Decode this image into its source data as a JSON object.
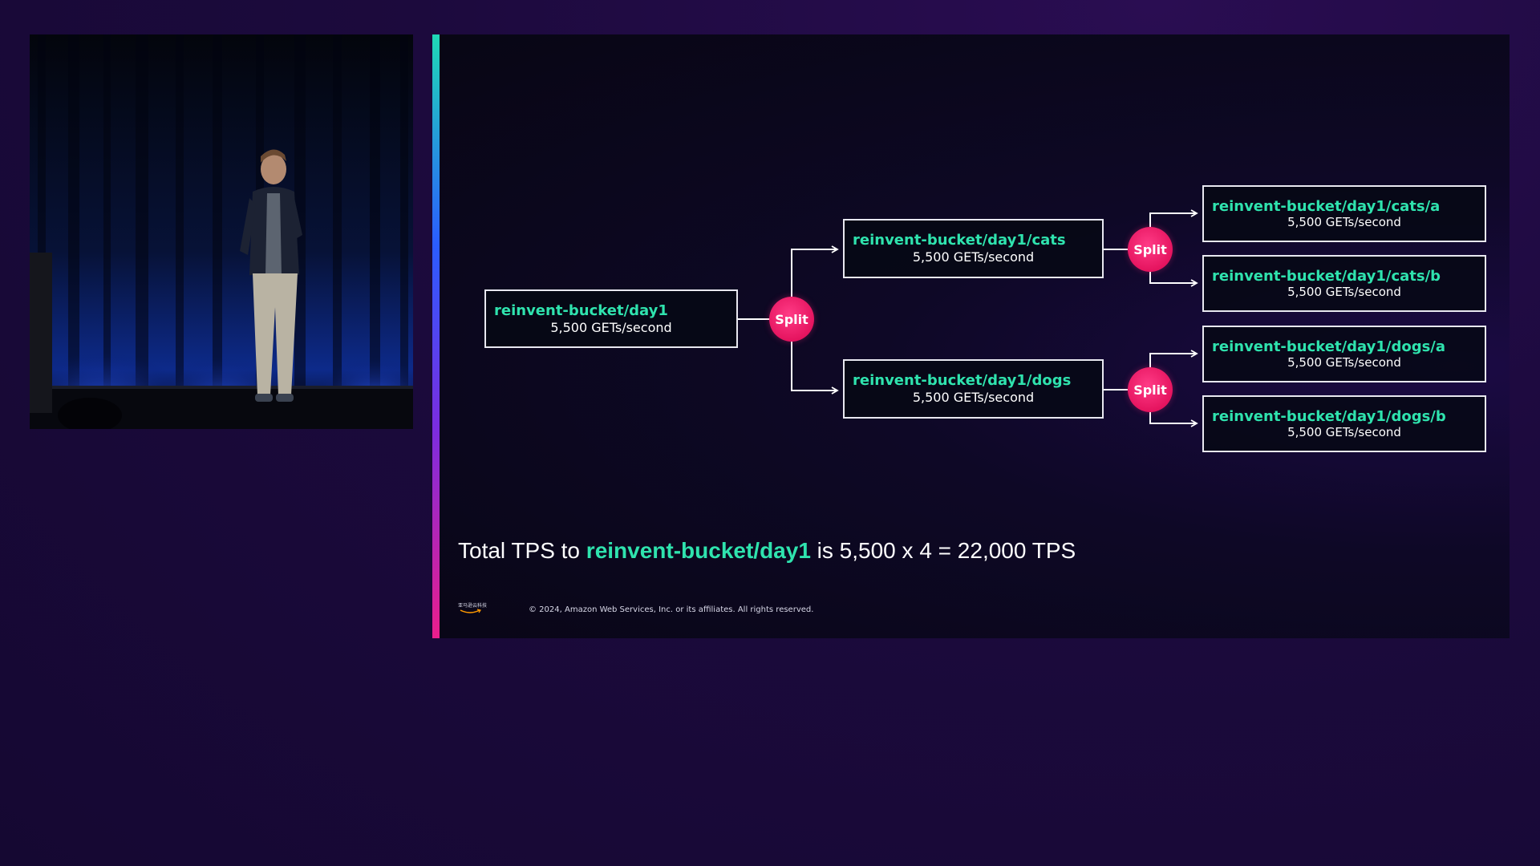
{
  "slide": {
    "nodes": {
      "root": {
        "path": "reinvent-bucket/day1",
        "rate": "5,500 GETs/second"
      },
      "cats": {
        "path": "reinvent-bucket/day1/cats",
        "rate": "5,500 GETs/second"
      },
      "dogs": {
        "path": "reinvent-bucket/day1/dogs",
        "rate": "5,500 GETs/second"
      },
      "cats_a": {
        "path": "reinvent-bucket/day1/cats/a",
        "rate": "5,500 GETs/second"
      },
      "cats_b": {
        "path": "reinvent-bucket/day1/cats/b",
        "rate": "5,500 GETs/second"
      },
      "dogs_a": {
        "path": "reinvent-bucket/day1/dogs/a",
        "rate": "5,500 GETs/second"
      },
      "dogs_b": {
        "path": "reinvent-bucket/day1/dogs/b",
        "rate": "5,500 GETs/second"
      }
    },
    "split_label": "Split",
    "summary": {
      "prefix": "Total TPS to ",
      "highlight": "reinvent-bucket/day1",
      "suffix": " is 5,500 x 4 = 22,000 TPS"
    },
    "footer": {
      "logo_text": "亚马逊云科技",
      "copyright": "© 2024, Amazon Web Services, Inc. or its affiliates. All rights reserved."
    }
  },
  "colors": {
    "accent_green": "#2fe3ae",
    "split_pink": "#e5145f",
    "background": "#150832"
  }
}
